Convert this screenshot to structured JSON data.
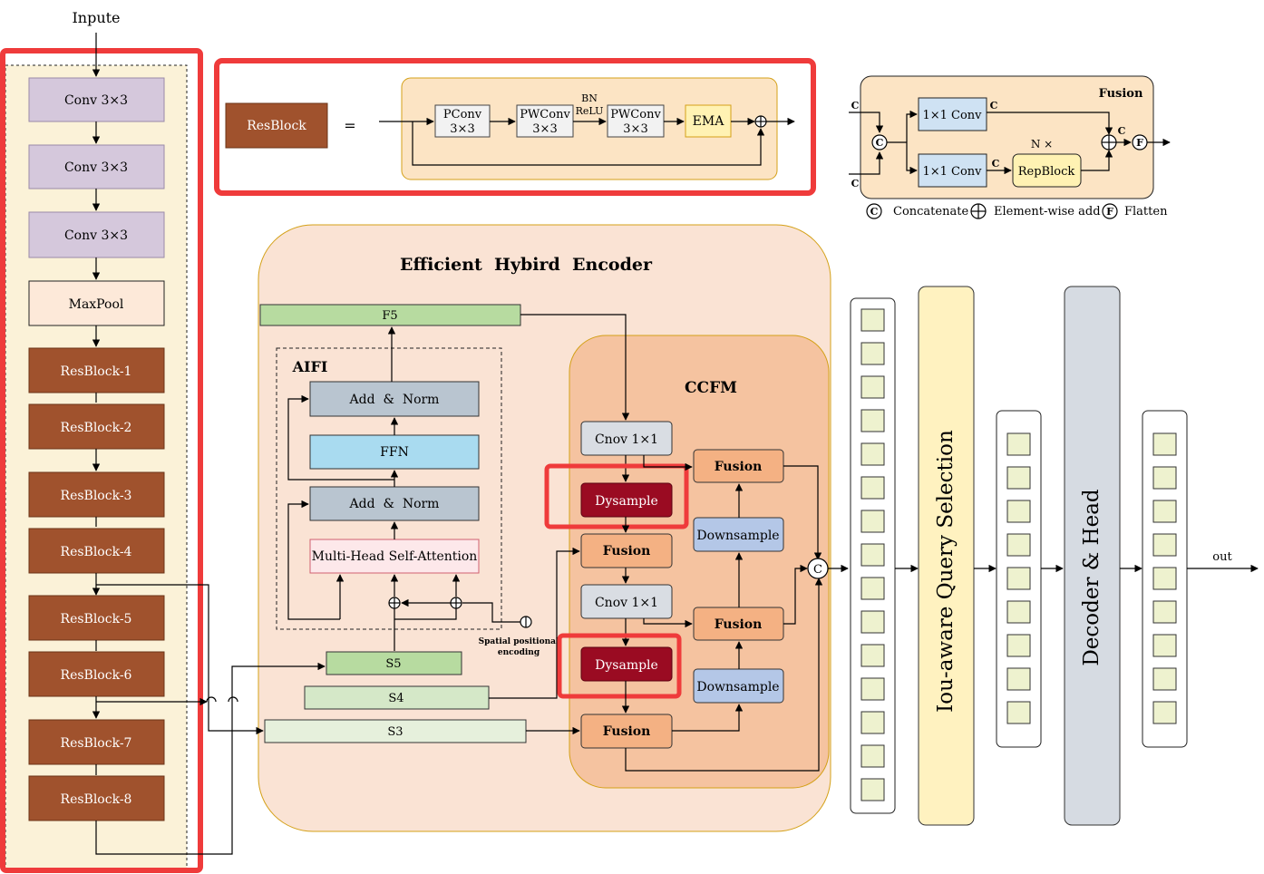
{
  "backbone": {
    "input_label": "Inpute",
    "blocks": [
      "Conv 3×3",
      "Conv 3×3",
      "Conv 3×3",
      "MaxPool",
      "ResBlock-1",
      "ResBlock-2",
      "ResBlock-3",
      "ResBlock-4",
      "ResBlock-5",
      "ResBlock-6",
      "ResBlock-7",
      "ResBlock-8"
    ]
  },
  "resblock_def": {
    "name": "ResBlock",
    "equals": "=",
    "pconv": [
      "PConv",
      "3×3"
    ],
    "pwconv1": [
      "PWConv",
      "3×3"
    ],
    "bn": "BN",
    "relu": "ReLU",
    "pwconv2": [
      "PWConv",
      "3×3"
    ],
    "ema": "EMA"
  },
  "fusion_def": {
    "title": "Fusion",
    "c_label": "C",
    "conv_top": "1×1 Conv",
    "conv_bottom": "1×1 Conv",
    "repeat": "N ×",
    "repblock": "RepBlock",
    "concat_symbol": "C",
    "flatten_symbol": "F"
  },
  "legend": {
    "concatenate": "Concatenate",
    "element_wise_add": "Element-wise add",
    "flatten": "Flatten"
  },
  "encoder": {
    "title": "Efficient  Hybird  Encoder",
    "f5": "F5",
    "s5": "S5",
    "s4": "S4",
    "s3": "S3",
    "aifi": {
      "title": "AIFI",
      "add_norm_top": "Add  &  Norm",
      "ffn": "FFN",
      "add_norm_bottom": "Add  &  Norm",
      "mhsa": "Multi-Head Self-Attention",
      "pos_encoding": [
        "Spatial positional",
        "encoding"
      ]
    },
    "ccfm": {
      "title": "CCFM",
      "conv1": "Cnov 1×1",
      "dysample1": "Dysample",
      "fusion1": "Fusion",
      "conv2": "Cnov 1×1",
      "dysample2": "Dysample",
      "fusion2": "Fusion",
      "downsample1": "Downsample",
      "downsample2": "Downsample",
      "fusion_right_top": "Fusion",
      "fusion_right_mid": "Fusion",
      "concat": "C"
    }
  },
  "head": {
    "query_selection": "Iou-aware Query Selection",
    "decoder": "Decoder & Head",
    "out": "out"
  },
  "colors": {
    "highlight": "#ef3b3b",
    "conv": "#d5c8dc",
    "resblock": "#a0522d",
    "dysample": "#9a0b22",
    "fusion": "#f4b183",
    "downsample": "#b4c7e7",
    "encoder_bg": "#fae3d4",
    "ccfm_bg": "#f5c3a0"
  }
}
